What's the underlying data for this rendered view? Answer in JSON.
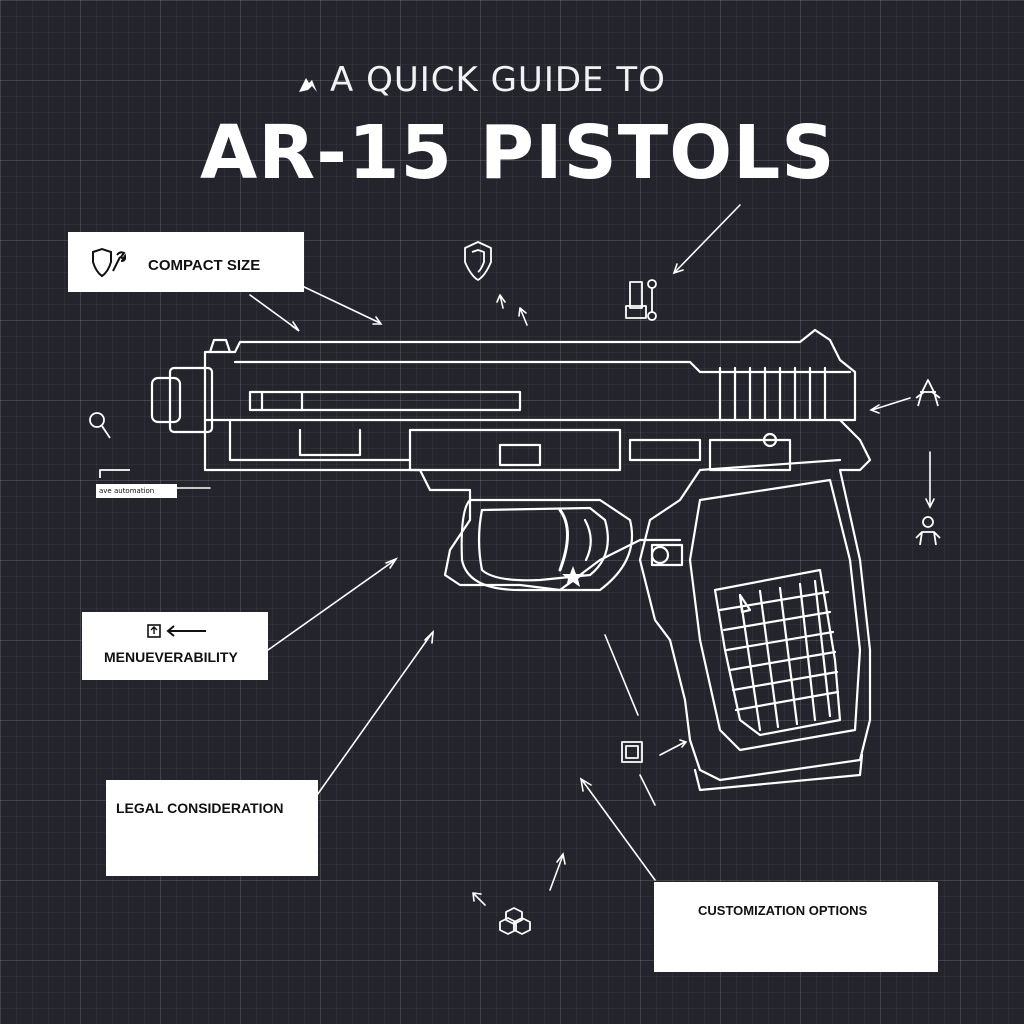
{
  "title": {
    "line1": "A QUICK GUIDE TO",
    "line2": "AR-15 PISTOLS"
  },
  "labels": {
    "compact_size": "COMPACT SIZE",
    "maneuverability": "MENUEVERABILITY",
    "legal": "LEGAL CONSIDERATION",
    "customization": "CUSTOMIZATION OPTIONS",
    "small_tag": "ave automation"
  },
  "icons": [
    "shield-wrench-icon",
    "shield-icon",
    "lock-icon",
    "wrench-icon",
    "figure-icon",
    "cube-icon",
    "hexagons-icon",
    "arrow-left-icon"
  ],
  "colors": {
    "background": "#23242c",
    "line": "#ffffff",
    "label_bg": "#ffffff"
  }
}
